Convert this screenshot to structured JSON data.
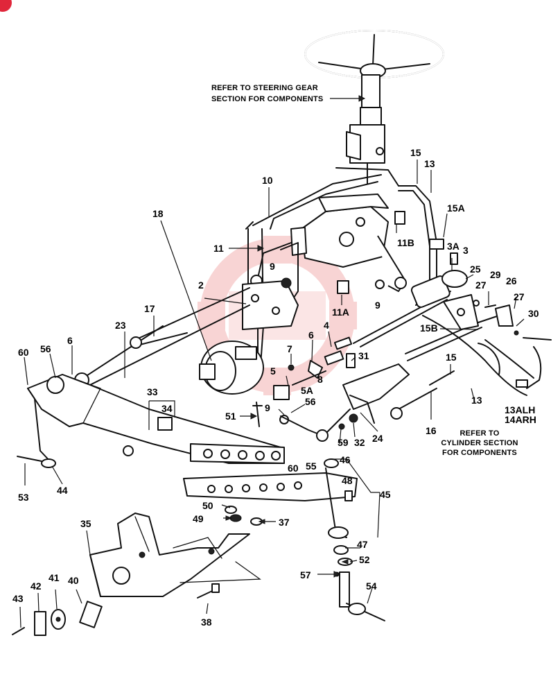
{
  "callouts": [
    {
      "id": "c10",
      "text": "10"
    },
    {
      "id": "c11",
      "text": "11"
    },
    {
      "id": "c15a",
      "text": "15"
    },
    {
      "id": "c13a",
      "text": "13"
    },
    {
      "id": "c15A",
      "text": "15A"
    },
    {
      "id": "c11B",
      "text": "11B"
    },
    {
      "id": "c3A",
      "text": "3A"
    },
    {
      "id": "c3",
      "text": "3"
    },
    {
      "id": "c18",
      "text": "18"
    },
    {
      "id": "c9a",
      "text": "9"
    },
    {
      "id": "c2",
      "text": "2"
    },
    {
      "id": "c11A",
      "text": "11A"
    },
    {
      "id": "c9b",
      "text": "9"
    },
    {
      "id": "c25",
      "text": "25"
    },
    {
      "id": "c29",
      "text": "29"
    },
    {
      "id": "c27a",
      "text": "27"
    },
    {
      "id": "c26",
      "text": "26"
    },
    {
      "id": "c27b",
      "text": "27"
    },
    {
      "id": "c17",
      "text": "17"
    },
    {
      "id": "c30",
      "text": "30"
    },
    {
      "id": "c15B",
      "text": "15B"
    },
    {
      "id": "c23",
      "text": "23"
    },
    {
      "id": "c4",
      "text": "4"
    },
    {
      "id": "c6a",
      "text": "6"
    },
    {
      "id": "c7",
      "text": "7"
    },
    {
      "id": "c6b",
      "text": "6"
    },
    {
      "id": "c60a",
      "text": "60"
    },
    {
      "id": "c56a",
      "text": "56"
    },
    {
      "id": "c31",
      "text": "31"
    },
    {
      "id": "c15b",
      "text": "15"
    },
    {
      "id": "c5",
      "text": "5"
    },
    {
      "id": "c5A",
      "text": "5A"
    },
    {
      "id": "c8",
      "text": "8"
    },
    {
      "id": "c33",
      "text": "33"
    },
    {
      "id": "c34",
      "text": "34"
    },
    {
      "id": "c9c",
      "text": "9"
    },
    {
      "id": "c56b",
      "text": "56"
    },
    {
      "id": "c13b",
      "text": "13"
    },
    {
      "id": "c13ALH",
      "text": "13ALH"
    },
    {
      "id": "c14ARH",
      "text": "14ARH"
    },
    {
      "id": "c51",
      "text": "51"
    },
    {
      "id": "c16",
      "text": "16"
    },
    {
      "id": "c24",
      "text": "24"
    },
    {
      "id": "c59",
      "text": "59"
    },
    {
      "id": "c32",
      "text": "32"
    },
    {
      "id": "c60b",
      "text": "60"
    },
    {
      "id": "c55",
      "text": "55"
    },
    {
      "id": "c46",
      "text": "46"
    },
    {
      "id": "c53",
      "text": "53"
    },
    {
      "id": "c44",
      "text": "44"
    },
    {
      "id": "c48",
      "text": "48"
    },
    {
      "id": "c45",
      "text": "45"
    },
    {
      "id": "c50",
      "text": "50"
    },
    {
      "id": "c49",
      "text": "49"
    },
    {
      "id": "c37",
      "text": "37"
    },
    {
      "id": "c35",
      "text": "35"
    },
    {
      "id": "c47",
      "text": "47"
    },
    {
      "id": "c52",
      "text": "52"
    },
    {
      "id": "c57",
      "text": "57"
    },
    {
      "id": "c54",
      "text": "54"
    },
    {
      "id": "c42",
      "text": "42"
    },
    {
      "id": "c41",
      "text": "41"
    },
    {
      "id": "c40",
      "text": "40"
    },
    {
      "id": "c43",
      "text": "43"
    },
    {
      "id": "c38",
      "text": "38"
    }
  ],
  "notes": {
    "steering_line1": "REFER TO STEERING GEAR",
    "steering_line2": "SECTION FOR COMPONENTS",
    "cylinder_line1": "REFER TO",
    "cylinder_line2": "CYLINDER SECTION",
    "cylinder_line3": "FOR COMPONENTS"
  },
  "colors": {
    "line": "#111111",
    "watermark": "#f3b1b1",
    "corner_badge": "#e0263a"
  }
}
